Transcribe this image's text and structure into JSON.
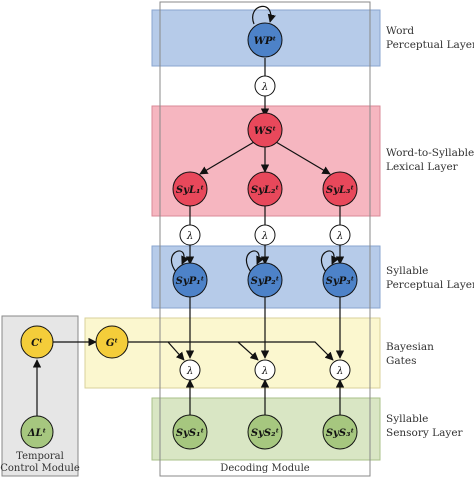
{
  "colors": {
    "blue_band": "#b6cbe9",
    "red_band": "#f6b6c0",
    "yellow_band": "#fbf7cf",
    "green_band": "#d9e6c4",
    "gray_module": "#e6e6e6",
    "blue_node": "#4d82c8",
    "red_node": "#e8485b",
    "yellow_node": "#f4cd3a",
    "green_node": "#a6c77f",
    "lambda_node": "#ffffff"
  },
  "layers": {
    "word_perceptual": [
      "Word",
      "Perceptual Layer"
    ],
    "word_to_syllable": [
      "Word-to-Syllable",
      "Lexical Layer"
    ],
    "syllable_perceptual": [
      "Syllable",
      "Perceptual Layer"
    ],
    "bayesian_gates": [
      "Bayesian",
      "Gates"
    ],
    "syllable_sensory": [
      "Syllable",
      "Sensory Layer"
    ]
  },
  "modules": {
    "decoding": "Decoding Module",
    "temporal_control": [
      "Temporal",
      "Control Module"
    ]
  },
  "nodes": {
    "wp": "WPᵗ",
    "ws": "WSᵗ",
    "syl1": "SyL₁ᵗ",
    "syl2": "SyL₂ᵗ",
    "syl3": "SyL₃ᵗ",
    "syp1": "SyP₁ᵗ",
    "syp2": "SyP₂ᵗ",
    "syp3": "SyP₃ᵗ",
    "sys1": "SyS₁ᵗ",
    "sys2": "SyS₂ᵗ",
    "sys3": "SyS₃ᵗ",
    "c": "Cᵗ",
    "g": "Gᵗ",
    "dl": "ΔLᵗ"
  },
  "lambda_symbol": "λ"
}
